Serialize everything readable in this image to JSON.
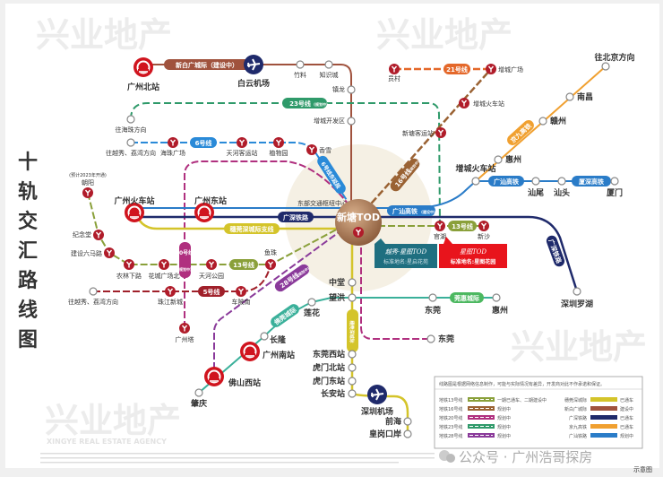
{
  "title": "十轨交汇路线图",
  "title_chars": [
    "十",
    "轨",
    "交",
    "汇",
    "路",
    "线",
    "图"
  ],
  "watermark": "兴业地产",
  "watermark_en": "XINGYE REAL ESTATE AGENCY",
  "hub": {
    "name": "新塘TOD",
    "sub": "东部交通枢纽中心"
  },
  "callouts": [
    {
      "brand": "越秀·星图TOD",
      "official": "标准地名:星启花苑",
      "color": "#1f6f80"
    },
    {
      "brand": "星图TOD",
      "official": "标准地名:星图花园",
      "color": "#e8141c"
    }
  ],
  "stations": {
    "gz_north": "广州北站",
    "baiyun": "白云机场",
    "zhuliao": "竹料",
    "zhishi": "知识城",
    "zhenlong": "镇龙",
    "zckf": "增城开发区",
    "haizhu_dir": "往海珠方向",
    "yuexiu_dir1": "往越秀、荔湾方向",
    "haizhu_sq": "海珠广场",
    "tianhe_ky": "天河客运站",
    "zhiwuyuan": "植物园",
    "xiangxue": "香雪",
    "gz_rail": "广州火车站",
    "gz_east": "广州东站",
    "chaoyang": "朝阳",
    "chaoyang_note": "(预计2023年开通)",
    "jinian": "纪念堂",
    "jianshe": "建设六马路",
    "nongxia": "农林下路",
    "huacheng": "花城广场北",
    "tianhe_park": "天河公园",
    "yuzhu": "鱼珠",
    "yuexiu_dir2": "往越秀、荔湾方向",
    "zhujiang": "珠江新城",
    "chebei": "车陂南",
    "canton_tower": "广州塔",
    "zhaoqing": "肇庆",
    "foshan_w": "佛山西站",
    "gz_south": "广州南站",
    "changlong": "长隆",
    "lianhua": "莲花",
    "zhongtang": "中堂",
    "wanghong": "望洪",
    "dg_west": "东莞西站",
    "humen_n": "虎门北站",
    "humen_e": "虎门东站",
    "changan": "长安站",
    "sz_airport": "深圳机场",
    "qianhai": "前海",
    "huanggang": "皇岗口岸",
    "dongguan1": "东莞",
    "huizhou1": "惠州",
    "dongguan2": "东莞",
    "sz_luohu": "深圳罗湖",
    "guanhu": "官湖",
    "xinsha": "新沙",
    "yuancun": "员村",
    "zc_square": "增城广场",
    "zc_rail1": "增城火车站",
    "xt_bus": "新塘客运站",
    "beijing_dir": "往北京方向",
    "nanchang": "南昌",
    "ganzhou": "赣州",
    "huizhou2": "惠州",
    "zc_rail2": "增城火车站",
    "shanwei": "汕尾",
    "shantou": "汕头",
    "xiamen": "厦门"
  },
  "lines": {
    "xinbaiguang": "新白广城际（建设中）",
    "l23": "23号线",
    "l23_note": "(规划中)",
    "l6": "6号线",
    "l6e": "6号线东延段",
    "guangshen": "广深铁路",
    "suiguan_branch": "穗莞深城际支线",
    "l20": "20号线",
    "l20_note": "(规划中)",
    "l13": "13号线",
    "l5": "5号线",
    "l28": "28号线",
    "l28_note": "(规划中)",
    "foguan": "佛莞城际",
    "suiguanshen": "穗莞深城际",
    "guanhui": "莞惠城际",
    "l16": "16号线",
    "l16_note": "(规划中)",
    "l21": "21号线",
    "jingjiu": "京九高铁",
    "guangshan": "广汕高铁",
    "guangshan2": "广汕高铁",
    "guangshan_note": "(建设中)",
    "xiashen": "厦深高铁"
  },
  "legend": {
    "note": "线路图是根据网络信息制作，可能与实际情况有差异，开发商对此不作承诺和保证。",
    "left": [
      {
        "name": "地铁13号线",
        "status": "一期已通车、二期建设中",
        "color": "#8aa03a"
      },
      {
        "name": "地铁16号线",
        "status": "规划中",
        "color": "#9a6233"
      },
      {
        "name": "地铁20号线",
        "status": "规划中",
        "color": "#b0307f"
      },
      {
        "name": "地铁23号线",
        "status": "规划中",
        "color": "#2f9a6a"
      },
      {
        "name": "地铁28号线",
        "status": "规划中",
        "color": "#8a3a9a"
      }
    ],
    "right": [
      {
        "name": "穗莞深城际",
        "status": "已通车",
        "color": "#d4c42a"
      },
      {
        "name": "新白广城际",
        "status": "建设中",
        "color": "#a0523d"
      },
      {
        "name": "广深铁路",
        "status": "已通车",
        "color": "#1f2a6b"
      },
      {
        "name": "京九高铁",
        "status": "已通车",
        "color": "#f0a030"
      },
      {
        "name": "广汕铁路",
        "status": "规划中",
        "color": "#2a7cc8"
      }
    ]
  },
  "footer": {
    "wechat": "公众号 · 广州浩哥探房",
    "schematic": "示意图"
  }
}
